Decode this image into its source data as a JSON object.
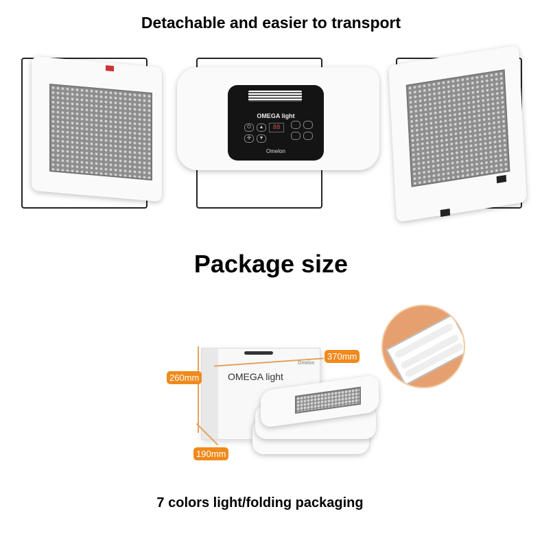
{
  "header": {
    "title": "Detachable and easier to transport"
  },
  "section": {
    "title": "Package size"
  },
  "device": {
    "brand": "OMEGA light",
    "maker": "Omelon",
    "display": "88"
  },
  "package": {
    "box_brand": "OMEGA light",
    "box_maker": "Omelon",
    "height": "260mm",
    "length": "370mm",
    "depth": "190mm"
  },
  "caption": "7 colors light/folding packaging",
  "colors": {
    "label_bg": "#f08a1c",
    "led_panel": "#8e8e8e",
    "control_panel": "#141414",
    "box_inner": "#e6a070"
  }
}
